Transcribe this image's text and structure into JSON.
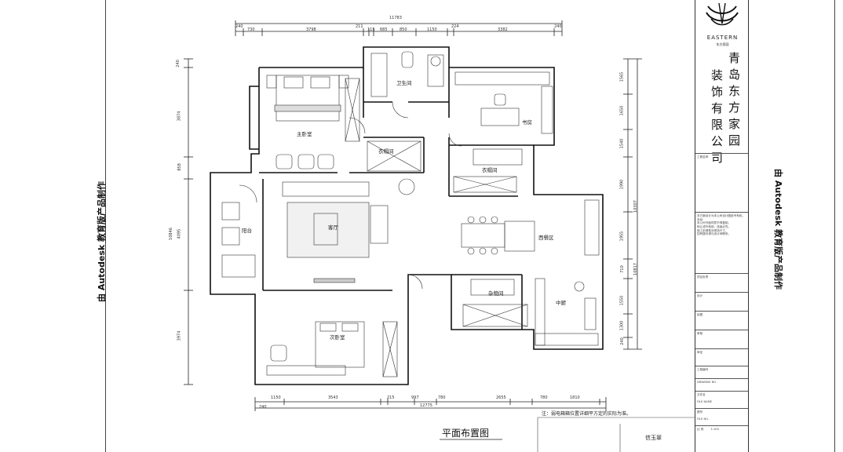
{
  "watermark": "由 Autodesk 教育版产品制作",
  "plan_title": "平面布置图",
  "rooms": {
    "master_bedroom": "主卧室",
    "bathroom": "卫生间",
    "study": "书房",
    "cloakroom_1": "衣帽间",
    "cloakroom_2": "衣帽间",
    "living_room": "客厅",
    "balcony": "阳台",
    "western_dining": "西餐区",
    "storage_room": "杂物间",
    "kitchen": "中厨",
    "second_bedroom": "次卧室"
  },
  "dims_top": {
    "total": "11783",
    "segments": [
      "240",
      "730",
      "3798",
      "211",
      "115",
      "685",
      "850",
      "1150",
      "224",
      "3382",
      "240"
    ]
  },
  "dims_bottom": {
    "total": "12775",
    "segments": [
      "1150",
      "3543",
      "215",
      "997",
      "780",
      "2655",
      "780",
      "1810",
      "240"
    ]
  },
  "dims_left": [
    "240",
    "3874",
    "858",
    "4095",
    "3974",
    "10846"
  ],
  "dims_right": [
    "1565",
    "1650",
    "1540",
    "1990",
    "10307",
    "1955",
    "710",
    "1550",
    "1300",
    "240",
    "10817"
  ],
  "note": "注：弱电箱箱位置详细平方定的实际为准。",
  "company": {
    "logo_text": "EASTERN",
    "logo_sub": "东方家园",
    "name_col1": "青岛东方家园",
    "name_col2": "装饰有限公司"
  },
  "title_block": {
    "project_label": "工程名称",
    "project_note_lines": [
      "本方案设计为本公司设计图纸专有权，未经",
      "本公司书面同意不得复制、",
      "转让或作他用，违者必究。",
      "施工前请核对现场尺寸，",
      "如有疑问请与设计师联系。"
    ],
    "fields": [
      "项目负责",
      "设计",
      "绘图",
      "审核",
      "审定",
      "工程编号",
      "DRAWING NO.",
      "文件名",
      "FILE NAME",
      "图号",
      "FILE NO.",
      "比 例"
    ],
    "scale": "1:100"
  },
  "signature": "信玉翠"
}
